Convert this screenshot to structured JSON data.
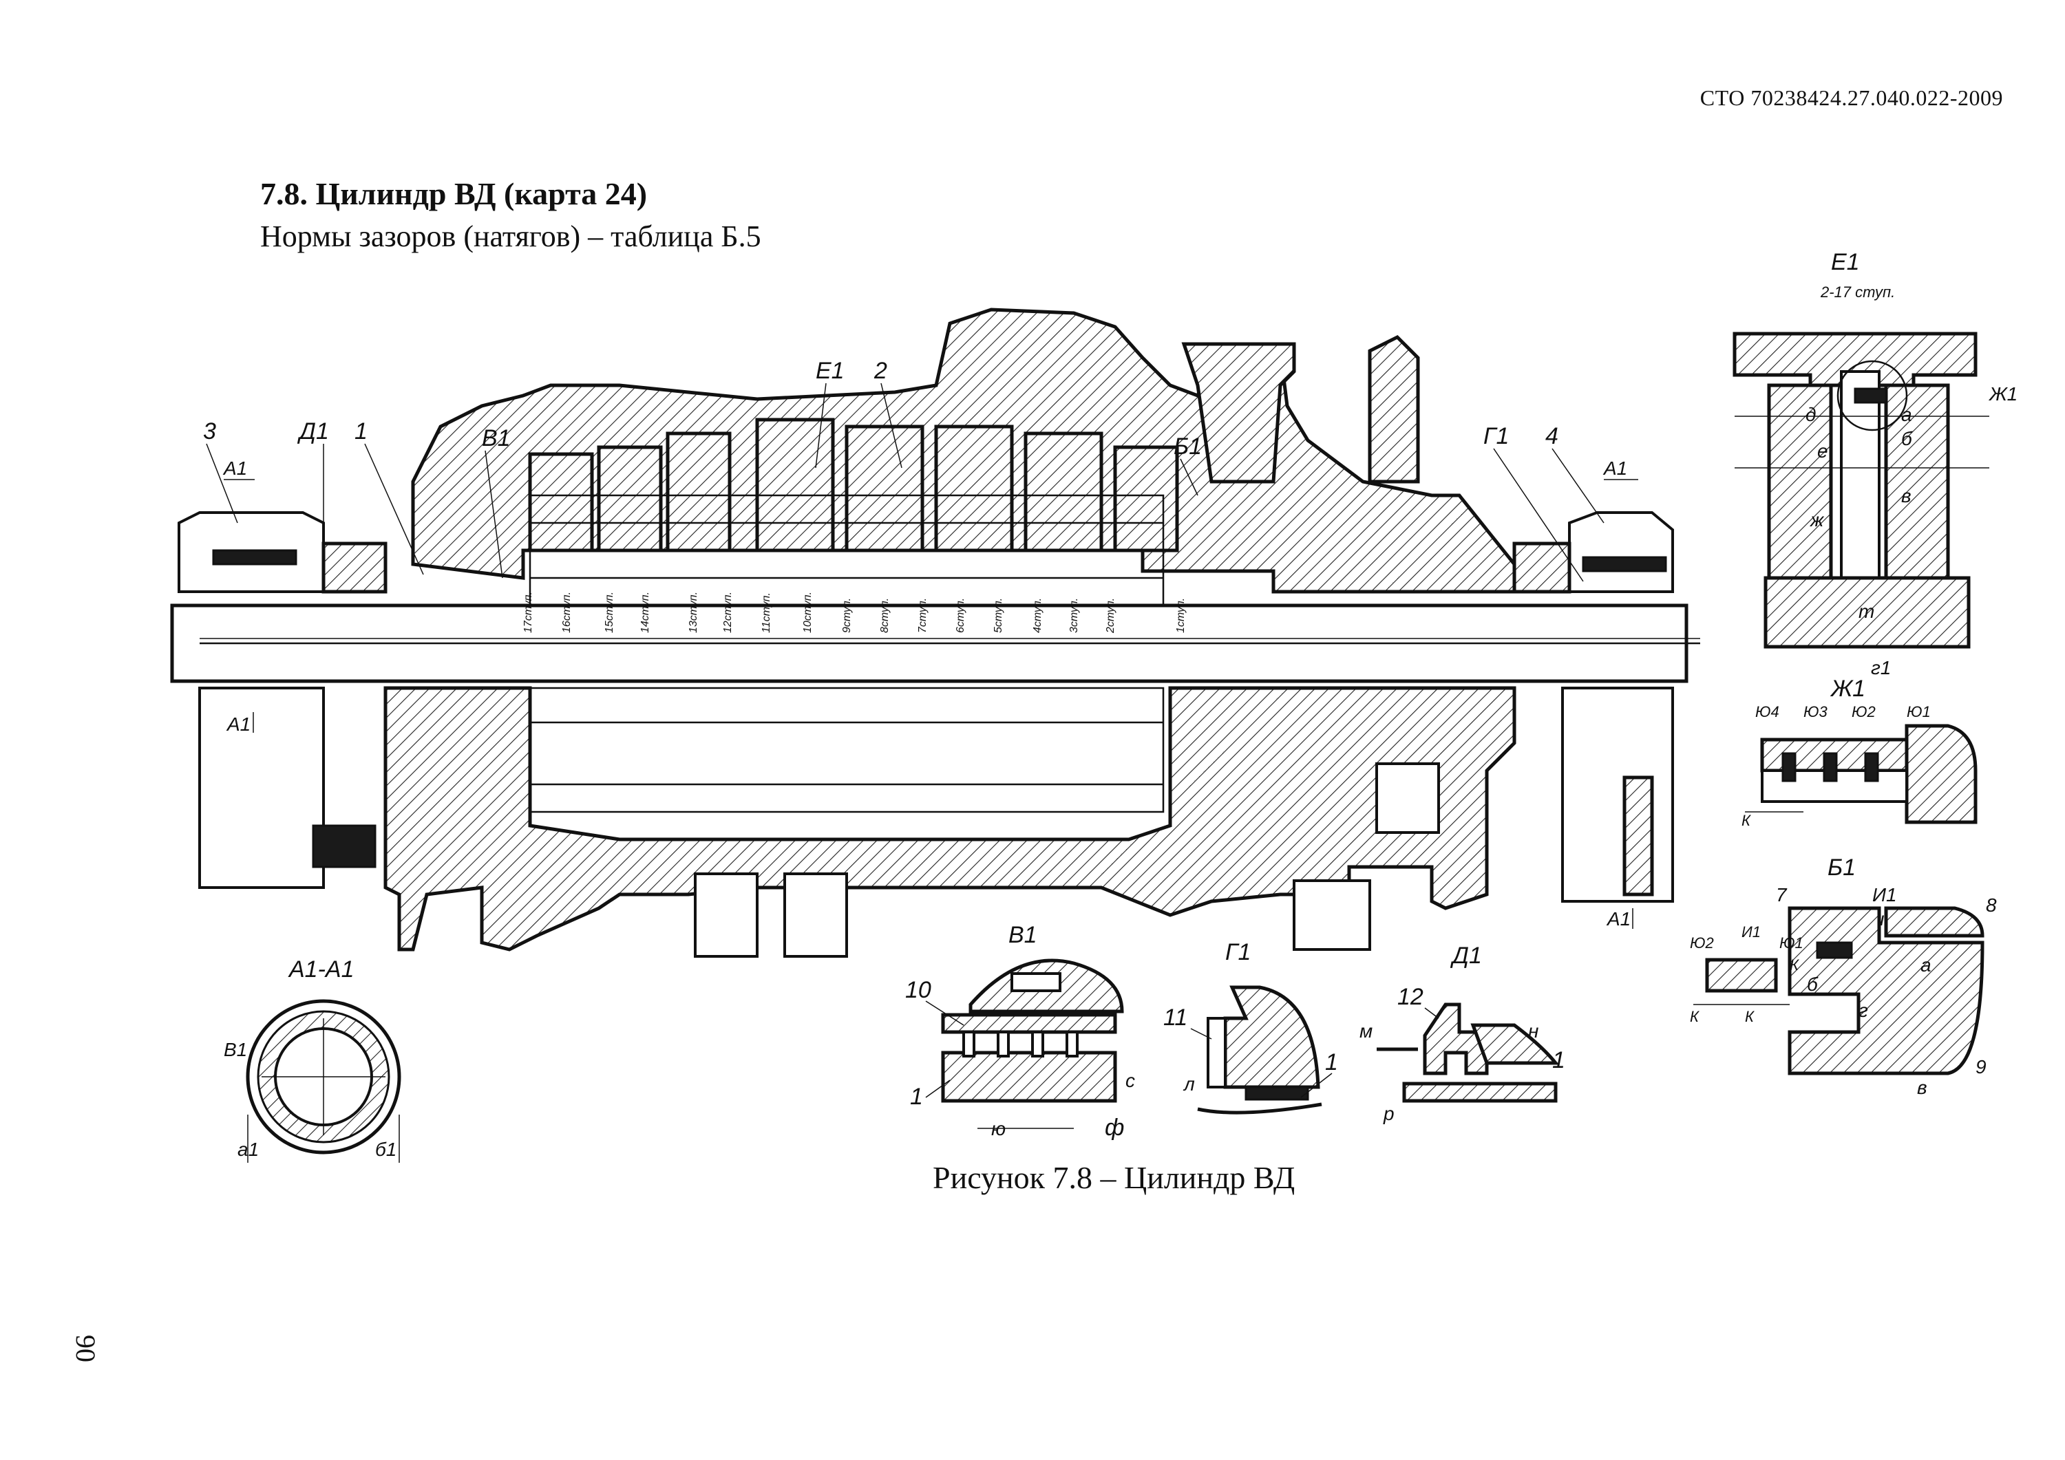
{
  "header": {
    "doc_code": "СТО 70238424.27.040.022-2009"
  },
  "section": {
    "title": "7.8. Цилиндр ВД (карта 24)",
    "subtitle": "Нормы зазоров (натягов) –  таблица Б.5"
  },
  "figure": {
    "caption": "Рисунок 7.8 – Цилиндр ВД",
    "main_labels": {
      "l3": "3",
      "d1": "Д1",
      "l1": "1",
      "b1": "В1",
      "e1": "Е1",
      "l2": "2",
      "bb1": "Б1",
      "g1": "Г1",
      "l4": "4",
      "a1_left": "А1",
      "a1_right": "А1",
      "a1_arrow_left": "А1",
      "a1_arrow_bottom": "А1"
    },
    "stage_labels": [
      "17ступ.",
      "16ступ.",
      "15ступ.",
      "14ступ.",
      "13ступ.",
      "12ступ.",
      "11ступ.",
      "10ступ.",
      "9ступ.",
      "8ступ.",
      "7ступ.",
      "6ступ.",
      "5ступ.",
      "4ступ.",
      "3ступ.",
      "2ступ.",
      "1ступ."
    ],
    "detail_e1": {
      "title": "Е1",
      "subtitle": "2-17 ступ.",
      "labels": {
        "zh1": "Ж1",
        "d": "д",
        "a": "а",
        "b": "б",
        "e": "е",
        "v": "в",
        "zh": "ж",
        "m": "т",
        "g1": "г1"
      }
    },
    "detail_zh1": {
      "title": "Ж1",
      "labels": {
        "yu4": "Ю4",
        "yu3": "Ю3",
        "yu2": "Ю2",
        "yu1": "Ю1",
        "k": "К"
      }
    },
    "detail_b1": {
      "title": "Б1",
      "labels": {
        "n7": "7",
        "i1": "И1",
        "n8": "8",
        "u": "и",
        "yu2": "Ю2",
        "i1b": "И1",
        "yu1": "Ю1",
        "k": "К",
        "k2": "К",
        "k3": "К",
        "b": "б",
        "a": "а",
        "g": "г",
        "v": "в",
        "n9": "9"
      }
    },
    "section_a1a1": {
      "title": "А1-А1",
      "labels": {
        "b1": "В1",
        "a1": "а1",
        "b1s": "б1"
      }
    },
    "detail_v1": {
      "title": "В1",
      "labels": {
        "n10": "10",
        "n1": "1",
        "c": "с",
        "yu": "ю",
        "f": "ф"
      }
    },
    "detail_g1": {
      "title": "Г1",
      "labels": {
        "n11": "11",
        "n1": "1",
        "l": "л"
      }
    },
    "detail_d1": {
      "title": "Д1",
      "labels": {
        "n12": "12",
        "m": "м",
        "n": "н",
        "n1": "1",
        "p": "р"
      }
    }
  },
  "page": {
    "number": "90"
  }
}
